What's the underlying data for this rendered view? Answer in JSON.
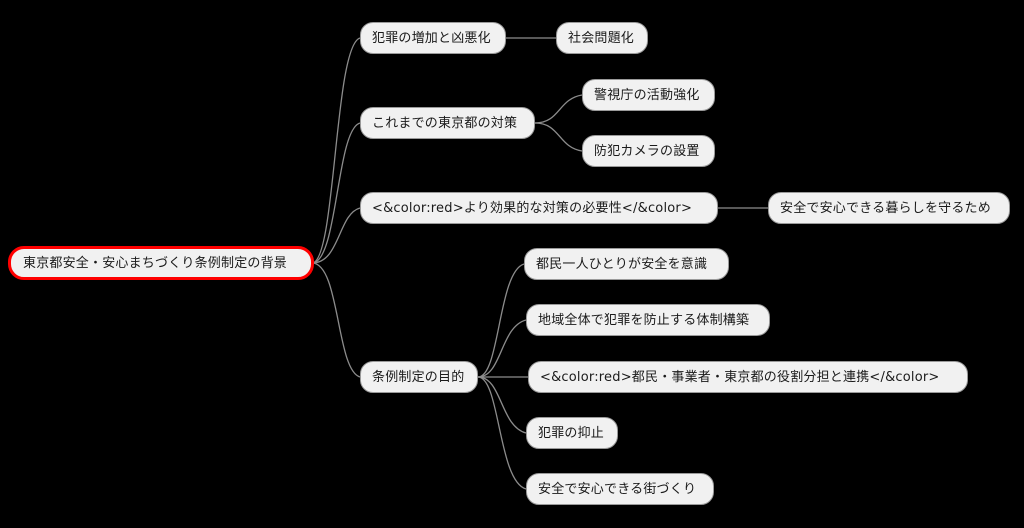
{
  "diagram": {
    "type": "mindmap",
    "background_color": "#000000",
    "node_fill_color": "#f1f1f1",
    "node_border_color": "#9a9a9a",
    "root_border_color": "#ff0000",
    "text_color": "#1a1a1a",
    "edge_color": "#8c8c8c",
    "root": {
      "label": "東京都安全・安心まちづくり条例制定の背景"
    },
    "nodes": {
      "crime_increase": "犯罪の増加と凶悪化",
      "social_problem": "社会問題化",
      "tokyo_measures": "これまでの東京都の対策",
      "police_activity": "警視庁の活動強化",
      "security_camera": "防犯カメラの設置",
      "effective_measures": "<&color:red>より効果的な対策の必要性</&color>",
      "safe_living": "安全で安心できる暮らしを守るため",
      "ordinance_purpose": "条例制定の目的",
      "citizen_awareness": "都民一人ひとりが安全を意識",
      "community_system": "地域全体で犯罪を防止する体制構築",
      "role_sharing": "<&color:red>都民・事業者・東京都の役割分担と連携</&color>",
      "crime_deterrence": "犯罪の抑止",
      "safe_town": "安全で安心できる街づくり"
    }
  }
}
